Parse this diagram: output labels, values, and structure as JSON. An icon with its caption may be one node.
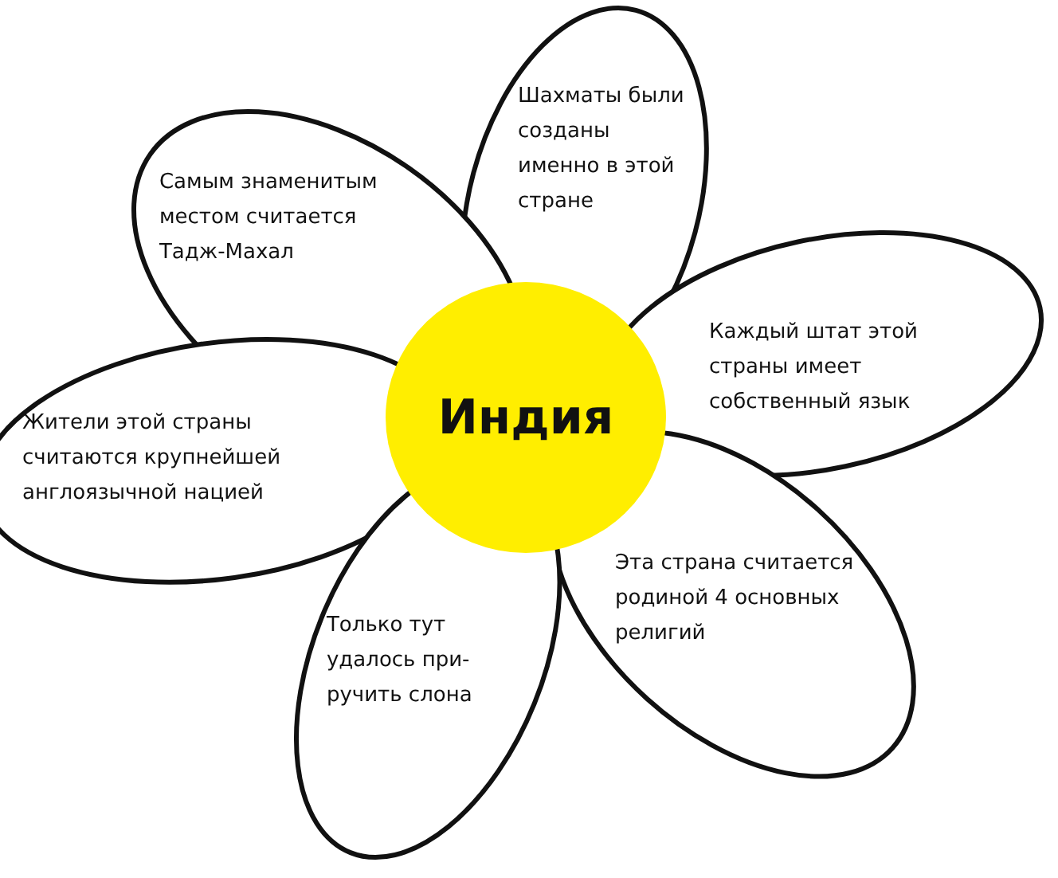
{
  "diagram": {
    "nodes": [
      {
        "text": [
          "Шахматы были созданы именно в этой стране"
        ]
      },
      {
        "text": [
          "Самым знаменитым местом считается Тадж-Махал"
        ]
      },
      {
        "text": [
          "Каждый штат этой страны имеет собственный язык"
        ]
      },
      {
        "text": [
          "Индия"
        ]
      },
      {
        "text": [
          "Жители этой страны считаются крупнейшей англоязычной нацией"
        ]
      },
      {
        "text": [
          "Эта страна считается родиной 4 основных религий"
        ]
      },
      {
        "text": [
          "Только тут удалось при- ручить слона"
        ]
      }
    ]
  }
}
